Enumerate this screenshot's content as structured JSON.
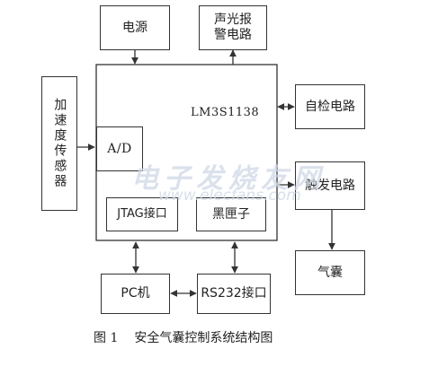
{
  "diagram": {
    "mcu_label": "LM3S1138",
    "blocks": {
      "power": "电源",
      "alarm": "声光报\n警电路",
      "accel_sensor": "加速度传感器",
      "ad": "A/D",
      "jtag": "JTAG接口",
      "black_box": "黑匣子",
      "self_check": "自检电路",
      "trigger": "触发电路",
      "airbag": "气囊",
      "pc": "PC机",
      "rs232": "RS232接口"
    }
  },
  "watermark": {
    "text": "电子发烧友网",
    "url": "www.elecfans.com"
  },
  "caption": {
    "figure_number": "图 1",
    "title": "安全气囊控制系统结构图"
  },
  "colors": {
    "line": "#333333",
    "watermark": "#cfd8e6"
  }
}
